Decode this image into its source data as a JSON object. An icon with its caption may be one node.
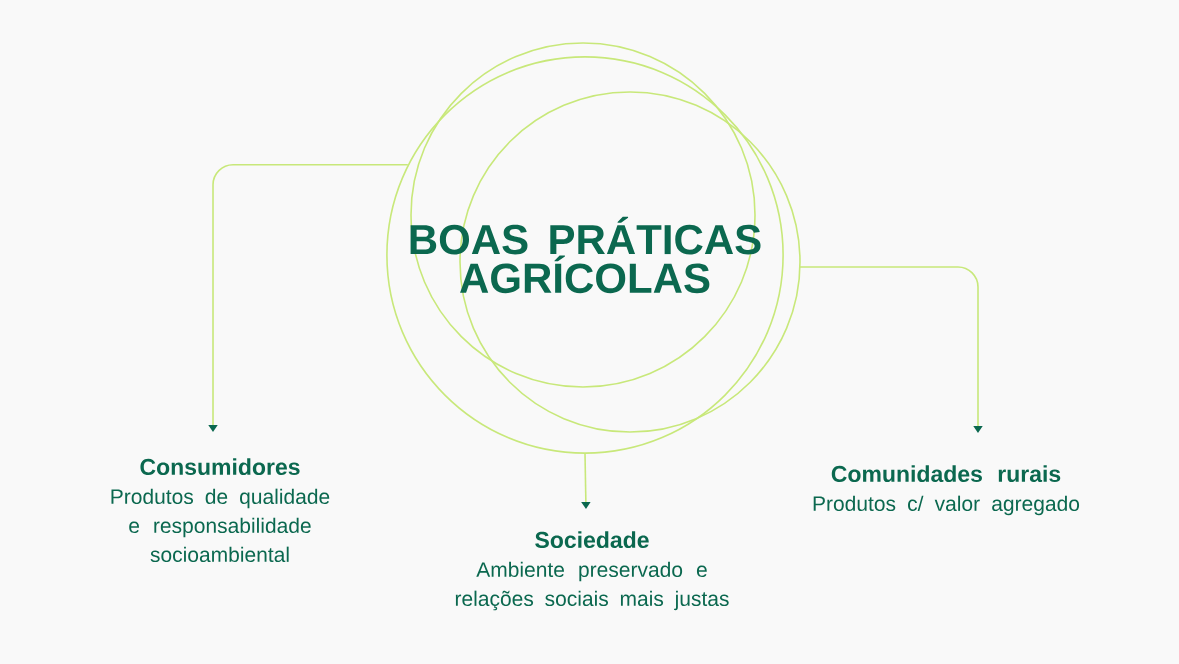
{
  "diagram": {
    "nodes": [
      {
        "text": [
          "BOAS PRÁTICAS AGRÍCOLAS"
        ]
      },
      {
        "text": [
          "Consumidores",
          "Produtos de qualidade e responsabilidade socioambiental"
        ]
      },
      {
        "text": [
          "Sociedade",
          "Ambiente preservado e relações sociais mais justas"
        ]
      },
      {
        "text": [
          "Comunidades rurais",
          "Produtos c/ valor agregado"
        ]
      }
    ],
    "edges": [
      {
        "from": 0,
        "to": 1,
        "arrow": "to"
      },
      {
        "from": 0,
        "to": 2,
        "arrow": "to"
      },
      {
        "from": 0,
        "to": 3,
        "arrow": "to"
      }
    ]
  }
}
